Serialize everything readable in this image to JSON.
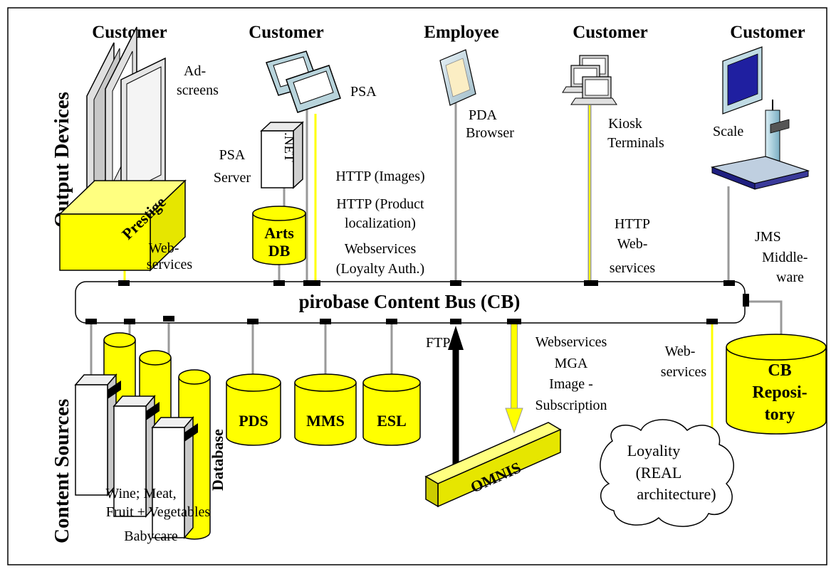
{
  "row_labels": {
    "output": "Output Devices",
    "sources": "Content Sources"
  },
  "consumers": {
    "c1": "Customer",
    "c2": "Customer",
    "c3": "Employee",
    "c4": "Customer",
    "c5": "Customer"
  },
  "devices": {
    "ad_screens": [
      "Ad-",
      "screens"
    ],
    "prestige": "Prestige",
    "psa": "PSA",
    "psa_server": [
      "PSA",
      "Server"
    ],
    "net": ".NET",
    "arts_db": [
      "Arts",
      "DB"
    ],
    "pda_browser": [
      "PDA",
      "Browser"
    ],
    "kiosk": [
      "Kiosk",
      "Terminals"
    ],
    "scale": "Scale"
  },
  "protocols": {
    "prestige": [
      "Web-",
      "services"
    ],
    "psa": [
      "HTTP (Images)",
      "HTTP (Product",
      "localization)",
      "Webservices",
      "(Loyalty Auth.)"
    ],
    "kiosk": [
      "HTTP",
      "Web-",
      "services"
    ],
    "scale": [
      "JMS",
      "Middle-",
      "ware"
    ],
    "ftp": "FTP",
    "omnis": [
      "Webservices",
      "MGA",
      "Image -",
      "Subscription"
    ],
    "loyalty": [
      "Web-",
      "services"
    ]
  },
  "bus": {
    "label": "pirobase Content Bus (CB)"
  },
  "sources": {
    "database": "Database",
    "pds": "PDS",
    "mms": "MMS",
    "esl": "ESL",
    "omnis": "OMNIS",
    "cb_repository": [
      "CB",
      "Reposi-",
      "tory"
    ],
    "loyalty": [
      "Loyality",
      "(REAL",
      "architecture)"
    ],
    "departments": [
      "Wine; Meat,",
      "Fruit + Vegetables",
      "Babycare"
    ]
  },
  "colors": {
    "yellow": "#ffff00",
    "gray_line": "#999999",
    "server_gray": "#bfbfbf",
    "screen_blue": "#1f1fa0"
  }
}
